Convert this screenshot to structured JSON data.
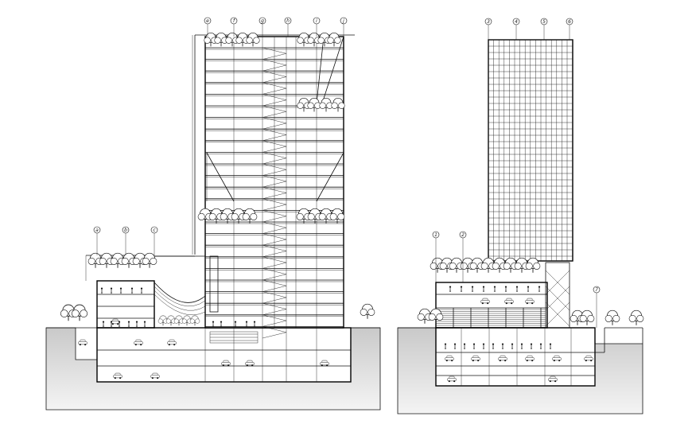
{
  "drawing": {
    "left_section": {
      "tower_grid_labels": [
        "e",
        "f",
        "g",
        "h",
        "i",
        "j"
      ],
      "podium_grid_labels": [
        "a",
        "b",
        "c"
      ]
    },
    "right_section": {
      "tower_grid_labels": [
        "3",
        "4",
        "5",
        "6"
      ],
      "podium_grid_labels": [
        "1",
        "2"
      ],
      "side_grid_label": "7"
    },
    "colors": {
      "ground": "#d4d4d4",
      "line": "#111111",
      "background": "#ffffff"
    }
  }
}
